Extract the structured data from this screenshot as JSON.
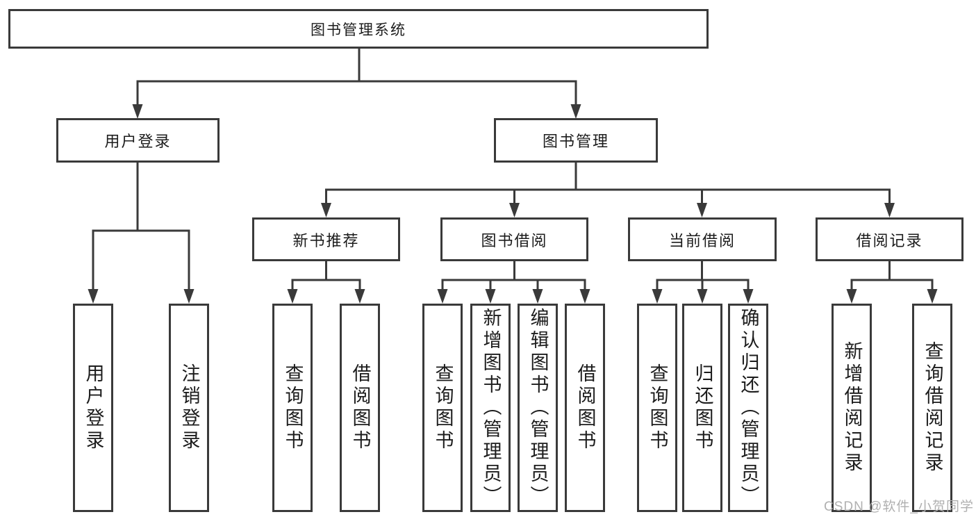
{
  "root": {
    "label": "图书管理系统"
  },
  "level2": [
    {
      "label": "用户登录"
    },
    {
      "label": "图书管理"
    }
  ],
  "level3": [
    {
      "label": "新书推荐"
    },
    {
      "label": "图书借阅"
    },
    {
      "label": "当前借阅"
    },
    {
      "label": "借阅记录"
    }
  ],
  "leaves": {
    "user_login": [
      {
        "label": "用户登录"
      },
      {
        "label": "注销登录"
      }
    ],
    "new_books": [
      {
        "label": "查询图书"
      },
      {
        "label": "借阅图书"
      }
    ],
    "book_borrow": [
      {
        "label": "查询图书"
      },
      {
        "label": "新增图书（管理员）"
      },
      {
        "label": "编辑图书（管理员）"
      },
      {
        "label": "借阅图书"
      }
    ],
    "current_borrow": [
      {
        "label": "查询图书"
      },
      {
        "label": "归还图书"
      },
      {
        "label": "确认归还（管理员）"
      }
    ],
    "borrow_records": [
      {
        "label": "新增借阅记录"
      },
      {
        "label": "查询借阅记录"
      }
    ]
  },
  "watermark": "CSDN @软件_小贺同学",
  "colors": {
    "line": "#3a3a3a",
    "box_border": "#3a3a3a",
    "box_bg": "#ffffff",
    "text": "#1c1c1c",
    "watermark": "#b0b0b0",
    "background": "#ffffff"
  }
}
